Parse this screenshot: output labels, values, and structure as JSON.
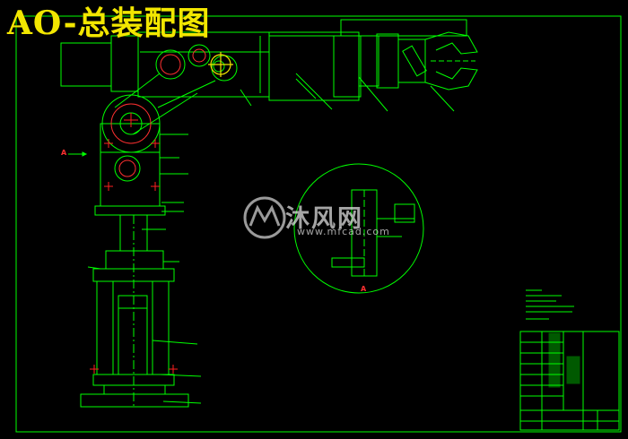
{
  "title": "AO-总装配图",
  "view_labels": {
    "left_marker": "A",
    "detail_marker": "A"
  },
  "watermark": {
    "text": "沐风网",
    "url": "www.mfcad.com",
    "logo_icon": "mf-logo-icon"
  },
  "colors": {
    "background": "#000000",
    "lines": "#00ff00",
    "title": "#f2e600",
    "center_marks": "#ff2020",
    "watermark": "#dcdcdc"
  }
}
